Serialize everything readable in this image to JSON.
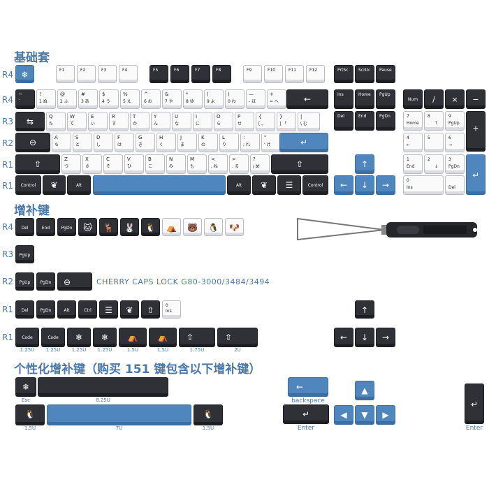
{
  "sections": {
    "basic": "基础套",
    "extras": "增补键",
    "personal": "个性化增补键（购买 151 键包含以下增补键）"
  },
  "rows": {
    "r4": "R4",
    "r3": "R3",
    "r2": "R2",
    "r1": "R1"
  },
  "cherry_label": "CHERRY CAPS LOCK G80-3000/3484/3494",
  "colors": {
    "dark": "#2f3136",
    "white": "#fafafa",
    "blue": "#4f86bd",
    "accent_text": "#4a78a8"
  },
  "keys": {
    "f1": "F1",
    "f2": "F2",
    "f3": "F3",
    "f4": "F4",
    "f5": "F5",
    "f6": "F6",
    "f7": "F7",
    "f8": "F8",
    "f9": "F9",
    "f10": "F10",
    "f11": "F11",
    "f12": "F12",
    "prtsc": "PrtSc",
    "scrlk": "ScrLk",
    "pause": "Pause",
    "ins": "Ins",
    "home": "Home",
    "pgup": "PgUp",
    "del": "Del",
    "end": "End",
    "pgdn": "PgDn",
    "num": "Num",
    "slash": "/",
    "times": "×",
    "minus": "−",
    "plus": "+",
    "control": "Control",
    "alt": "Alt",
    "code": "Code",
    "ctrl": "Ctrl",
    "n7": "7",
    "n8": "8",
    "n9": "9",
    "n4": "4",
    "n5": "5",
    "n6": "6",
    "n1": "1",
    "n2": "2",
    "n3": "3",
    "n0": "0",
    "n7s": "Home",
    "n9s": "PgUp",
    "n1s": "End",
    "n3s": "PgDn",
    "n0s": "Ins",
    "ndots": "Del",
    "zero": "0",
    "zero_sub": "Ins"
  },
  "main_rows": {
    "num": [
      [
        "~",
        "`"
      ],
      [
        "!",
        "1 ぬ"
      ],
      [
        "@",
        "2 ふ"
      ],
      [
        "#",
        "3 あ"
      ],
      [
        "$",
        "4 う"
      ],
      [
        "%",
        "5 え"
      ],
      [
        "^",
        "6 お"
      ],
      [
        "&",
        "7 や"
      ],
      [
        "*",
        "8 ゆ"
      ],
      [
        "(",
        "9 よ"
      ],
      [
        ")",
        "0 わ"
      ],
      [
        "—",
        "- ほ"
      ],
      [
        "+",
        "= へ"
      ]
    ],
    "top": [
      [
        "Q",
        "た"
      ],
      [
        "W",
        "て"
      ],
      [
        "E",
        "い"
      ],
      [
        "R",
        "す"
      ],
      [
        "T",
        "か"
      ],
      [
        "Y",
        "ん"
      ],
      [
        "U",
        "な"
      ],
      [
        "I",
        "に"
      ],
      [
        "O",
        "ら"
      ],
      [
        "P",
        "せ"
      ],
      [
        "{",
        "[ 。"
      ],
      [
        "}",
        "] 「"
      ],
      [
        "|",
        "\\ む"
      ]
    ],
    "home": [
      [
        "A",
        "ち"
      ],
      [
        "S",
        "と"
      ],
      [
        "D",
        "し"
      ],
      [
        "F",
        "は"
      ],
      [
        "G",
        "き"
      ],
      [
        "H",
        "く"
      ],
      [
        "J",
        "ま"
      ],
      [
        "K",
        "の"
      ],
      [
        "L",
        "り"
      ],
      [
        ":",
        "; れ"
      ],
      [
        "\"",
        "' け"
      ]
    ],
    "bottom": [
      [
        "Z",
        "つ"
      ],
      [
        "X",
        "さ"
      ],
      [
        "C",
        "そ"
      ],
      [
        "V",
        "ひ"
      ],
      [
        "B",
        "こ"
      ],
      [
        "N",
        "み"
      ],
      [
        "M",
        "も"
      ],
      [
        "<",
        ", ね"
      ],
      [
        ">",
        ". る"
      ],
      [
        "?",
        "/ め"
      ]
    ]
  },
  "sizes": {
    "s125": "1.25U",
    "s15": "1.5U",
    "s175": "1.75U",
    "s2": "2U",
    "s825": "8.25U",
    "s7": "7U",
    "esc": "Esc"
  },
  "bottom_labels": {
    "backspace": "backspace",
    "enter": "Enter"
  }
}
